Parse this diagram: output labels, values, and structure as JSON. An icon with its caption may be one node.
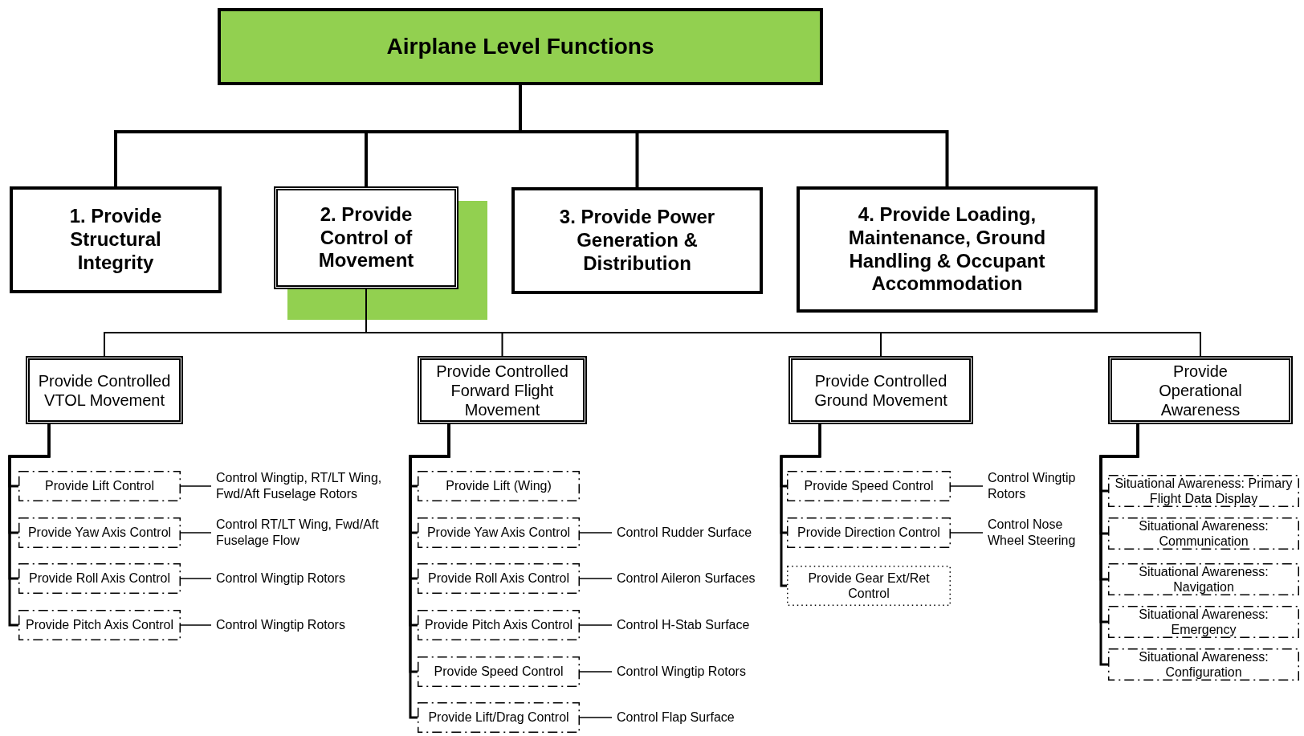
{
  "diagram": {
    "nodes": [
      {
        "text": [
          "Airplane Level Functions"
        ]
      },
      {
        "text": [
          "1. Provide Structural Integrity"
        ]
      },
      {
        "text": [
          "2. Provide Control of Movement"
        ]
      },
      {
        "text": [
          "3. Provide Power Generation & Distribution"
        ]
      },
      {
        "text": [
          "4. Provide Loading, Maintenance, Ground Handling & Occupant Accommodation"
        ]
      },
      {
        "text": [
          "Provide Controlled VTOL Movement"
        ]
      },
      {
        "text": [
          "Provide Controlled Forward Flight Movement"
        ]
      },
      {
        "text": [
          "Provide Controlled Ground Movement"
        ]
      },
      {
        "text": [
          "Provide Operational Awareness"
        ]
      },
      {
        "text": [
          "Provide Lift Control"
        ]
      },
      {
        "text": [
          "Control Wingtip, RT/LT Wing, Fwd/Aft Fuselage Rotors"
        ]
      },
      {
        "text": [
          "Provide Yaw Axis Control"
        ]
      },
      {
        "text": [
          "Control RT/LT Wing, Fwd/Aft Fuselage Flow"
        ]
      },
      {
        "text": [
          "Provide Roll Axis Control"
        ]
      },
      {
        "text": [
          "Control Wingtip Rotors"
        ]
      },
      {
        "text": [
          "Provide Pitch Axis Control"
        ]
      },
      {
        "text": [
          "Control Wingtip Rotors"
        ]
      },
      {
        "text": [
          "Provide Lift (Wing)"
        ]
      },
      {
        "text": [
          "Provide Yaw Axis Control"
        ]
      },
      {
        "text": [
          "Control Rudder Surface"
        ]
      },
      {
        "text": [
          "Provide Roll Axis Control"
        ]
      },
      {
        "text": [
          "Control Aileron Surfaces"
        ]
      },
      {
        "text": [
          "Provide Pitch Axis Control"
        ]
      },
      {
        "text": [
          "Control H-Stab Surface"
        ]
      },
      {
        "text": [
          "Provide Speed Control"
        ]
      },
      {
        "text": [
          "Control Wingtip Rotors"
        ]
      },
      {
        "text": [
          "Provide Lift/Drag Control"
        ]
      },
      {
        "text": [
          "Control Flap Surface"
        ]
      },
      {
        "text": [
          "Provide Speed Control"
        ]
      },
      {
        "text": [
          "Control Wingtip Rotors"
        ]
      },
      {
        "text": [
          "Provide Direction Control"
        ]
      },
      {
        "text": [
          "Control Nose Wheel Steering"
        ]
      },
      {
        "text": [
          "Provide Gear Ext/Ret Control"
        ]
      },
      {
        "text": [
          "Situational Awareness: Primary Flight Data Display"
        ]
      },
      {
        "text": [
          "Situational Awareness: Communication"
        ]
      },
      {
        "text": [
          "Situational Awareness: Navigation"
        ]
      },
      {
        "text": [
          "Situational Awareness: Emergency"
        ]
      },
      {
        "text": [
          "Situational Awareness: Configuration"
        ]
      }
    ],
    "edges": [
      {
        "from": 0,
        "to": 1,
        "arrow": "none"
      },
      {
        "from": 0,
        "to": 2,
        "arrow": "none"
      },
      {
        "from": 0,
        "to": 3,
        "arrow": "none"
      },
      {
        "from": 0,
        "to": 4,
        "arrow": "none"
      },
      {
        "from": 2,
        "to": 5,
        "arrow": "none"
      },
      {
        "from": 2,
        "to": 6,
        "arrow": "none"
      },
      {
        "from": 2,
        "to": 7,
        "arrow": "none"
      },
      {
        "from": 2,
        "to": 8,
        "arrow": "none"
      },
      {
        "from": 5,
        "to": 9,
        "arrow": "none"
      },
      {
        "from": 5,
        "to": 11,
        "arrow": "none"
      },
      {
        "from": 5,
        "to": 13,
        "arrow": "none"
      },
      {
        "from": 5,
        "to": 15,
        "arrow": "none"
      },
      {
        "from": 9,
        "to": 10,
        "arrow": "none"
      },
      {
        "from": 11,
        "to": 12,
        "arrow": "none"
      },
      {
        "from": 13,
        "to": 14,
        "arrow": "none"
      },
      {
        "from": 15,
        "to": 16,
        "arrow": "none"
      },
      {
        "from": 6,
        "to": 17,
        "arrow": "none"
      },
      {
        "from": 6,
        "to": 18,
        "arrow": "none"
      },
      {
        "from": 6,
        "to": 20,
        "arrow": "none"
      },
      {
        "from": 6,
        "to": 22,
        "arrow": "none"
      },
      {
        "from": 6,
        "to": 24,
        "arrow": "none"
      },
      {
        "from": 6,
        "to": 26,
        "arrow": "none"
      },
      {
        "from": 18,
        "to": 19,
        "arrow": "none"
      },
      {
        "from": 20,
        "to": 21,
        "arrow": "none"
      },
      {
        "from": 22,
        "to": 23,
        "arrow": "none"
      },
      {
        "from": 24,
        "to": 25,
        "arrow": "none"
      },
      {
        "from": 26,
        "to": 27,
        "arrow": "none"
      },
      {
        "from": 7,
        "to": 28,
        "arrow": "none"
      },
      {
        "from": 7,
        "to": 30,
        "arrow": "none"
      },
      {
        "from": 7,
        "to": 32,
        "arrow": "none"
      },
      {
        "from": 28,
        "to": 29,
        "arrow": "none"
      },
      {
        "from": 30,
        "to": 31,
        "arrow": "none"
      },
      {
        "from": 8,
        "to": 33,
        "arrow": "none"
      },
      {
        "from": 8,
        "to": 34,
        "arrow": "none"
      },
      {
        "from": 8,
        "to": 35,
        "arrow": "none"
      },
      {
        "from": 8,
        "to": 36,
        "arrow": "none"
      },
      {
        "from": 8,
        "to": 37,
        "arrow": "none"
      }
    ]
  }
}
